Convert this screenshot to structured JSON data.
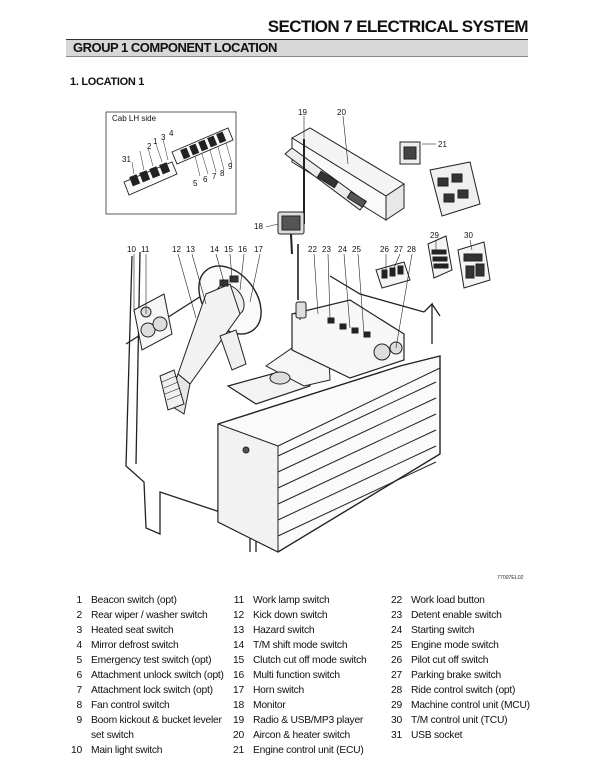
{
  "header": {
    "section_title": "SECTION 7 ELECTRICAL SYSTEM",
    "group_title": "GROUP 1 COMPONENT LOCATION",
    "subsection_title": "1. LOCATION 1"
  },
  "figure": {
    "inset_label": "Cab LH side",
    "figure_code": "77097EL02",
    "callouts": [
      "1",
      "2",
      "3",
      "4",
      "31",
      "5",
      "6",
      "7",
      "8",
      "9",
      "19",
      "20",
      "21",
      "18",
      "10",
      "11",
      "12",
      "13",
      "14",
      "15",
      "16",
      "17",
      "22",
      "23",
      "24",
      "25",
      "26",
      "27",
      "28",
      "29",
      "30"
    ]
  },
  "legend": {
    "col1": [
      {
        "num": "1",
        "text": "Beacon switch (opt)"
      },
      {
        "num": "2",
        "text": "Rear wiper / washer switch"
      },
      {
        "num": "3",
        "text": "Heated seat switch"
      },
      {
        "num": "4",
        "text": "Mirror defrost switch"
      },
      {
        "num": "5",
        "text": "Emergency test switch (opt)"
      },
      {
        "num": "6",
        "text": "Attachment unlock switch (opt)"
      },
      {
        "num": "7",
        "text": "Attachment lock switch (opt)"
      },
      {
        "num": "8",
        "text": "Fan control switch"
      },
      {
        "num": "9",
        "text": "Boom kickout & bucket leveler",
        "text2": "set switch"
      },
      {
        "num": "10",
        "text": "Main light switch"
      }
    ],
    "col2": [
      {
        "num": "11",
        "text": "Work lamp switch"
      },
      {
        "num": "12",
        "text": "Kick down switch"
      },
      {
        "num": "13",
        "text": "Hazard switch"
      },
      {
        "num": "14",
        "text": "T/M shift mode switch"
      },
      {
        "num": "15",
        "text": "Clutch cut off mode switch"
      },
      {
        "num": "16",
        "text": "Multi function switch"
      },
      {
        "num": "17",
        "text": "Horn switch"
      },
      {
        "num": "18",
        "text": "Monitor"
      },
      {
        "num": "19",
        "text": "Radio & USB/MP3 player"
      },
      {
        "num": "20",
        "text": "Aircon & heater switch"
      },
      {
        "num": "21",
        "text": "Engine control unit (ECU)"
      }
    ],
    "col3": [
      {
        "num": "22",
        "text": "Work load button"
      },
      {
        "num": "23",
        "text": "Detent enable switch"
      },
      {
        "num": "24",
        "text": "Starting switch"
      },
      {
        "num": "25",
        "text": "Engine mode switch"
      },
      {
        "num": "26",
        "text": "Pilot cut off switch"
      },
      {
        "num": "27",
        "text": "Parking brake switch"
      },
      {
        "num": "28",
        "text": "Ride control switch (opt)"
      },
      {
        "num": "29",
        "text": "Machine control unit (MCU)"
      },
      {
        "num": "30",
        "text": "T/M control unit (TCU)"
      },
      {
        "num": "31",
        "text": "USB socket"
      }
    ]
  }
}
